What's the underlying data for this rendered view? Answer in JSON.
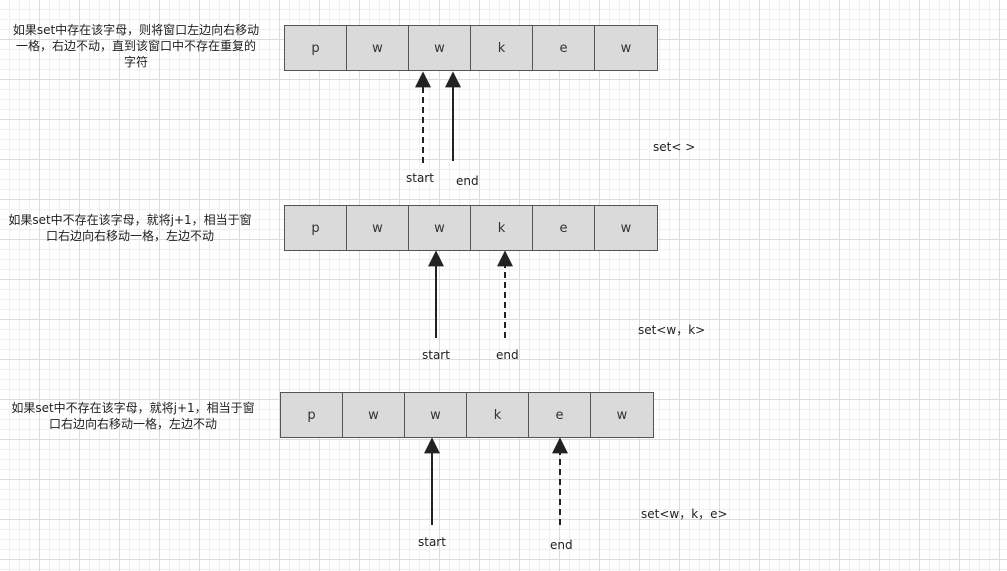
{
  "stages": [
    {
      "note": "如果set中存在该字母，则将窗口左边向右移动一格，右边不动，直到该窗口中不存在重复的字符",
      "cells": [
        "p",
        "w",
        "w",
        "k",
        "e",
        "w"
      ],
      "start_label": "start",
      "end_label": "end",
      "set_label": "set< >",
      "start_style": "dashed",
      "end_style": "solid"
    },
    {
      "note": "如果set中不存在该字母，就将j+1，相当于窗口右边向右移动一格，左边不动",
      "cells": [
        "p",
        "w",
        "w",
        "k",
        "e",
        "w"
      ],
      "start_label": "start",
      "end_label": "end",
      "set_label": "set<w，k>",
      "start_style": "solid",
      "end_style": "dashed"
    },
    {
      "note": "如果set中不存在该字母，就将j+1，相当于窗口右边向右移动一格，左边不动",
      "cells": [
        "p",
        "w",
        "w",
        "k",
        "e",
        "w"
      ],
      "start_label": "start",
      "end_label": "end",
      "set_label": "set<w，k，e>",
      "start_style": "solid",
      "end_style": "dashed"
    }
  ],
  "colors": {
    "cell_fill": "#dadada",
    "border": "#555555",
    "arrow": "#222222"
  }
}
